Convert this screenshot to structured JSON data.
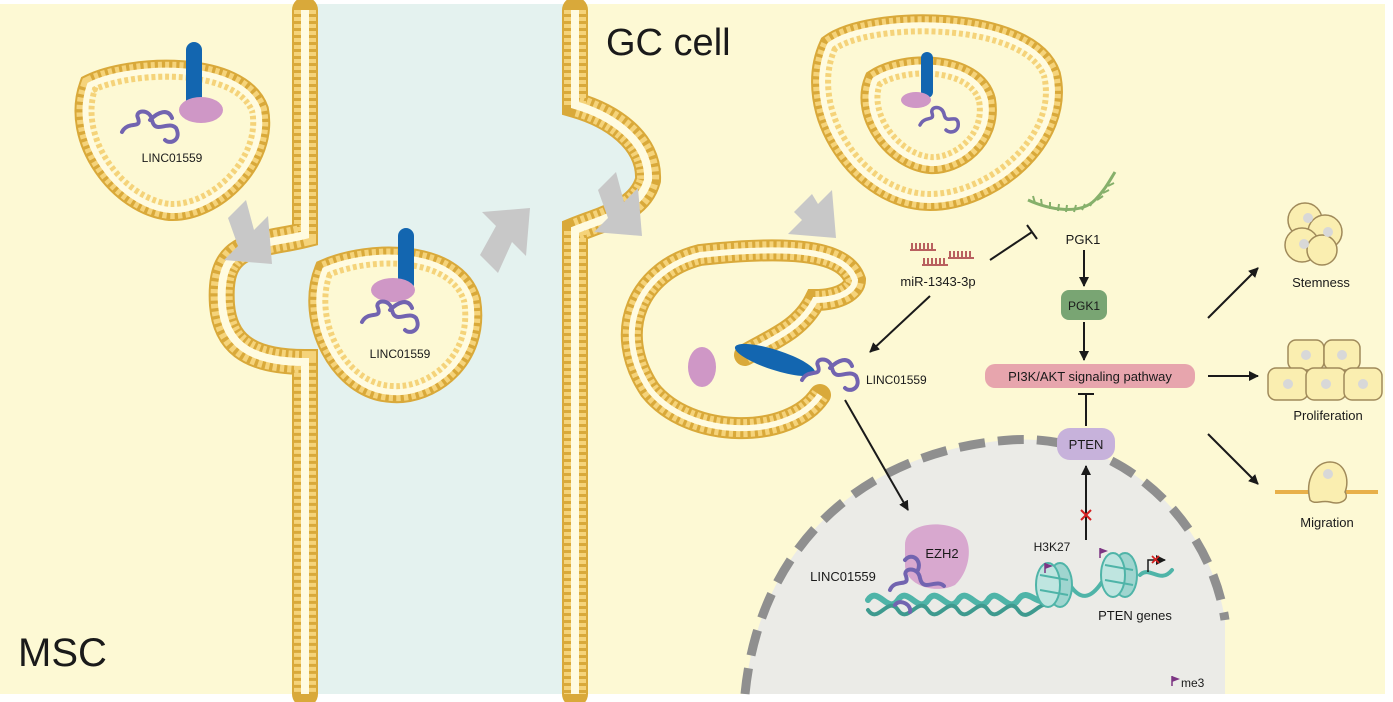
{
  "colors": {
    "cell_background": "#fdf9d4",
    "extracellular_space": "#e4f2ef",
    "membrane_head": "#f5d37a",
    "membrane_outline": "#d9a93a",
    "nucleus": "#ebebe7",
    "nuclear_envelope": "#8f8f8f",
    "receptor_blue": "#1366b0",
    "protein_pink": "#cf97c6",
    "lncrna_purple": "#7264b0",
    "mirna_red": "#b9605f",
    "pgk1_mrna_green": "#86b06b",
    "pgk1_protein": "#79a573",
    "pathway_box": "#e7a5ad",
    "pten_box": "#c7b2db",
    "ezh2": "#d8a8cf",
    "dna_teal": "#4fb4a8",
    "histone": "#9fd5cf",
    "me3_flag": "#7c3583",
    "transport_arrow": "#c8c8c8",
    "inhibition_x": "#d42020"
  },
  "labels": {
    "msc": "MSC",
    "gc_cell": "GC cell",
    "linc_vesicle_1": "LINC01559",
    "linc_vesicle_2": "LINC01559",
    "linc_released": "LINC01559",
    "linc_nucleus": "LINC01559",
    "mirna": "miR-1343-3p",
    "pgk1_mrna": "PGK1",
    "pgk1_protein": "PGK1",
    "pathway": "PI3K/AKT signaling pathway",
    "pten": "PTEN",
    "ezh2": "EZH2",
    "h3k27": "H3K27",
    "pten_genes": "PTEN genes",
    "me3": "me3",
    "stemness": "Stemness",
    "proliferation": "Proliferation",
    "migration": "Migration"
  }
}
